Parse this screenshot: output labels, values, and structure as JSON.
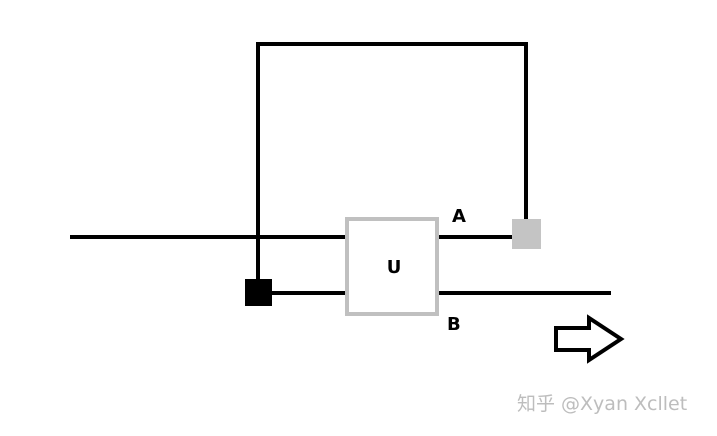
{
  "diagram": {
    "block_label": "U",
    "port_a_label": "A",
    "port_b_label": "B",
    "colors": {
      "wire": "#000000",
      "block_border": "#c0c0c0",
      "node_dark": "#000000",
      "node_light": "#c4c4c4",
      "watermark": "#bdbdbd"
    },
    "icons": {
      "direction": "arrow-right-icon"
    }
  },
  "watermark": {
    "text": "知乎 @Xyan Xcllet"
  }
}
